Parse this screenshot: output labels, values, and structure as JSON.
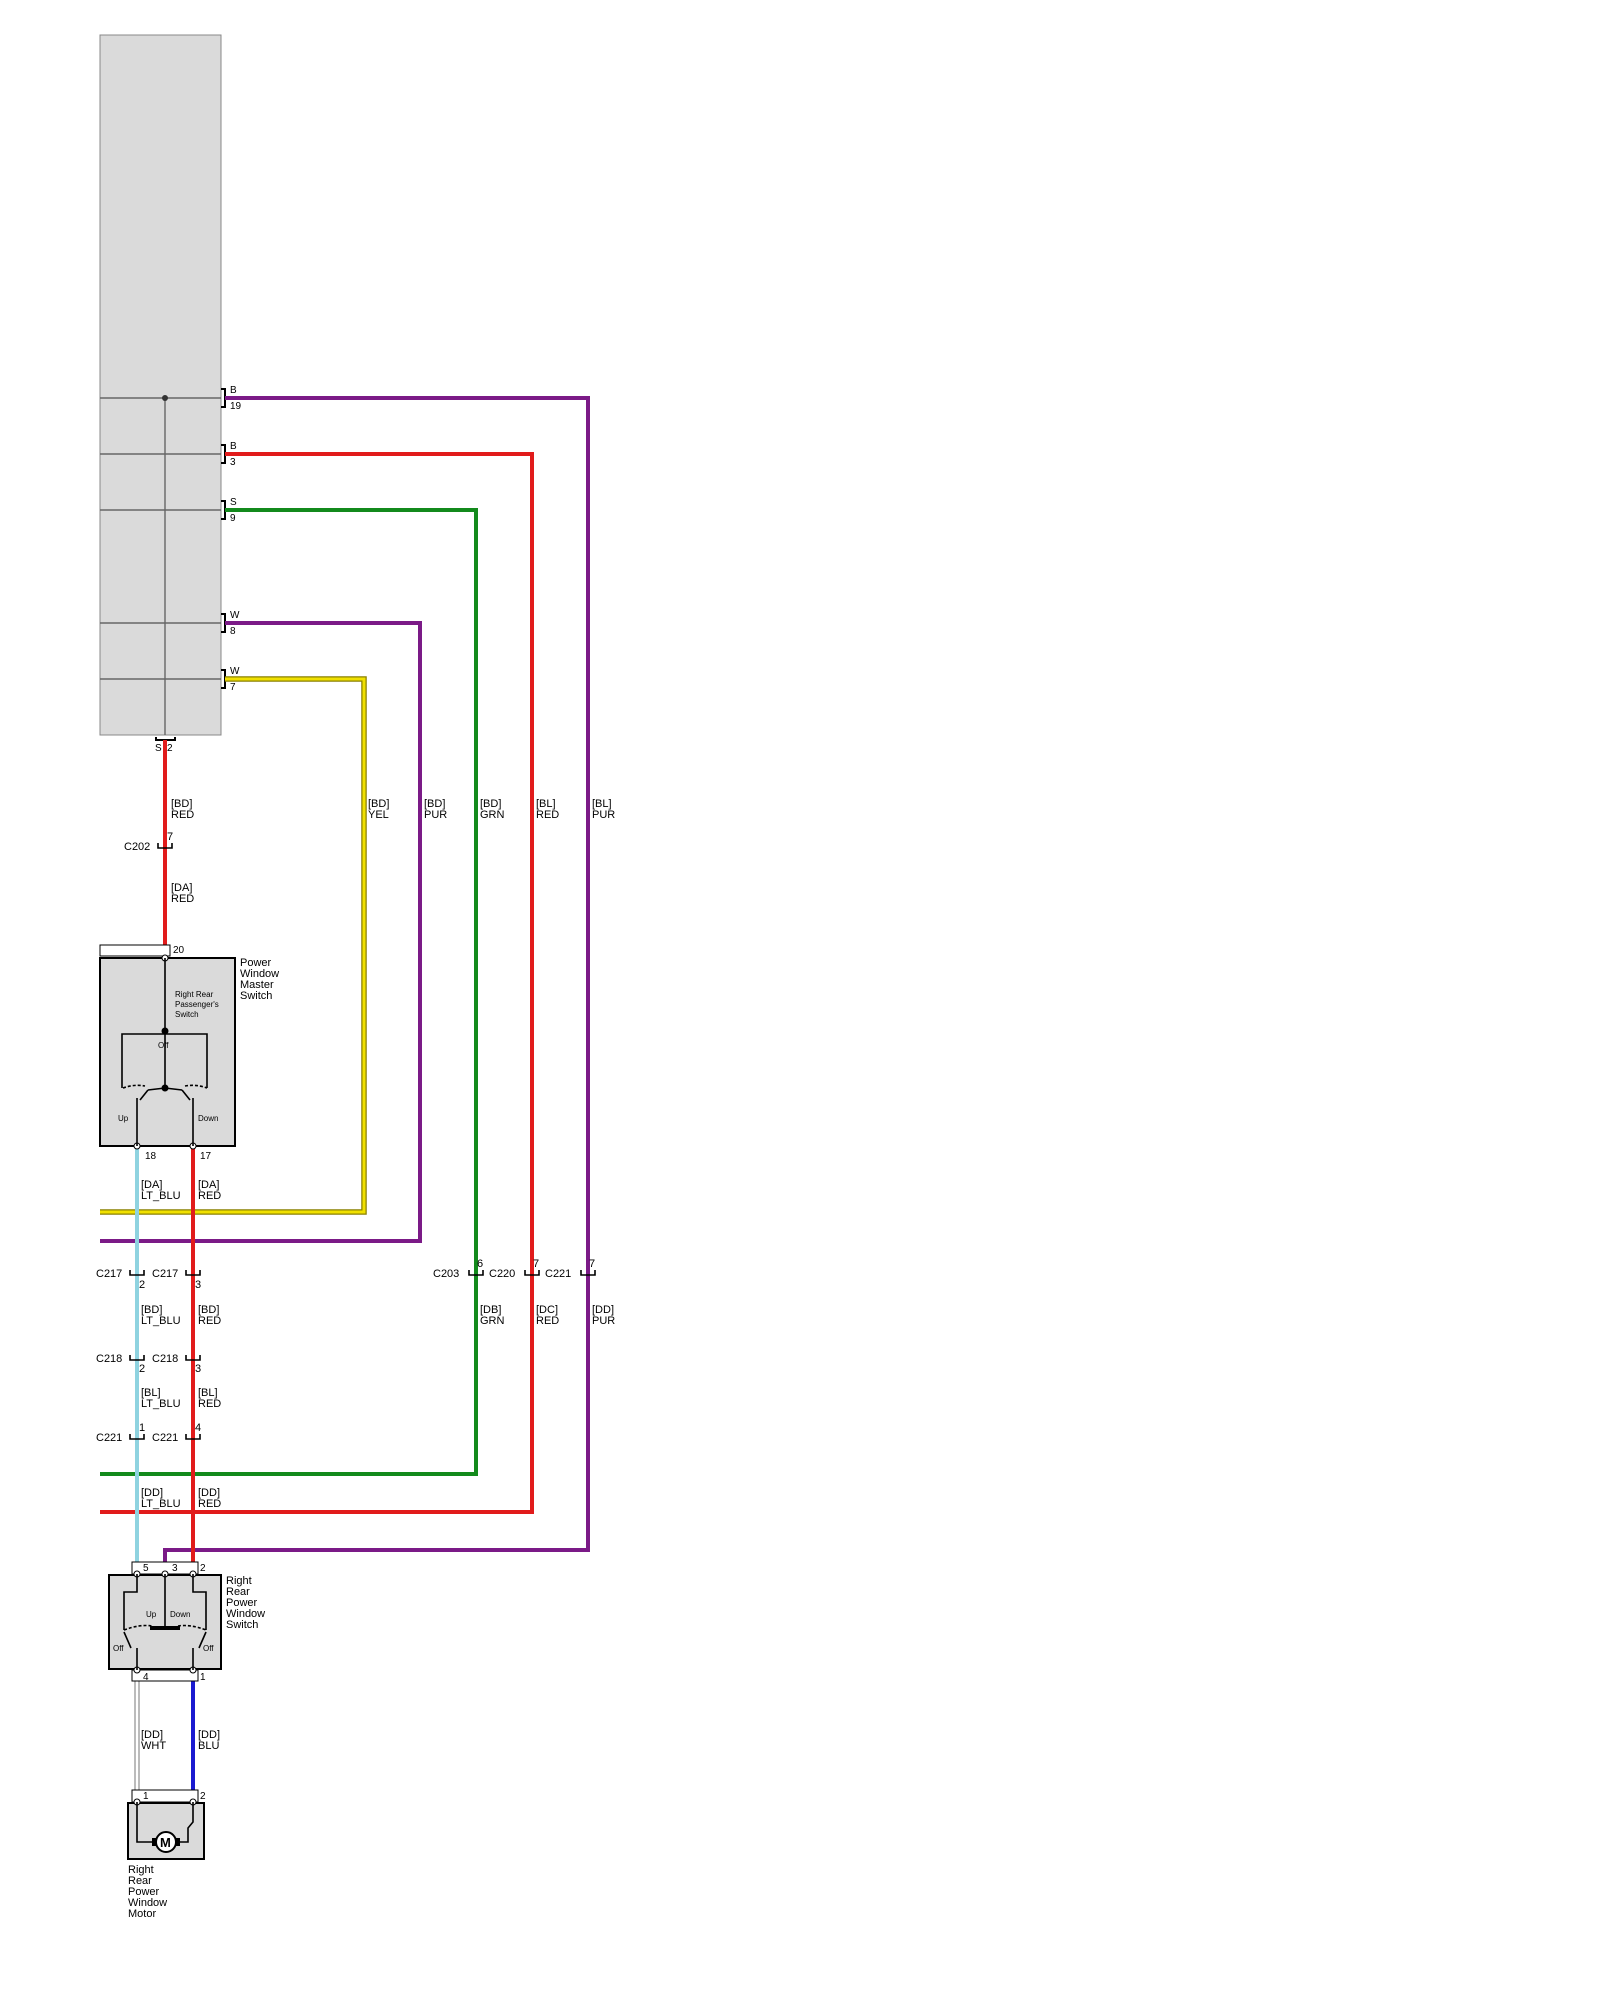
{
  "module": {
    "pins": [
      {
        "letter": "B",
        "num": "19"
      },
      {
        "letter": "B",
        "num": "3"
      },
      {
        "letter": "S",
        "num": "9"
      },
      {
        "letter": "W",
        "num": "8"
      },
      {
        "letter": "W",
        "num": "7"
      }
    ],
    "bottom_pin": {
      "letter": "S",
      "num": "2"
    }
  },
  "wire_labels": {
    "bd_red": [
      "[BD]",
      "RED"
    ],
    "da_red": [
      "[DA]",
      "RED"
    ],
    "bd_yel": [
      "[BD]",
      "YEL"
    ],
    "bd_pur": [
      "[BD]",
      "PUR"
    ],
    "bd_grn": [
      "[BD]",
      "GRN"
    ],
    "bl_red": [
      "[BL]",
      "RED"
    ],
    "bl_pur": [
      "[BL]",
      "PUR"
    ],
    "da_ltblu_18": [
      "[DA]",
      "LT_BLU"
    ],
    "da_red_17": [
      "[DA]",
      "RED"
    ],
    "bd_ltblu": [
      "[BD]",
      "LT_BLU"
    ],
    "bd_red2": [
      "[BD]",
      "RED"
    ],
    "bl_ltblu": [
      "[BL]",
      "LT_BLU"
    ],
    "bl_red2": [
      "[BL]",
      "RED"
    ],
    "dd_ltblu": [
      "[DD]",
      "LT_BLU"
    ],
    "dd_red": [
      "[DD]",
      "RED"
    ],
    "db_grn": [
      "[DB]",
      "GRN"
    ],
    "dc_red": [
      "[DC]",
      "RED"
    ],
    "dd_pur": [
      "[DD]",
      "PUR"
    ],
    "dd_wht": [
      "[DD]",
      "WHT"
    ],
    "dd_blu": [
      "[DD]",
      "BLU"
    ]
  },
  "connectors": {
    "c202": {
      "name": "C202",
      "pin": "7"
    },
    "c217_left": {
      "name": "C217",
      "pin": "2"
    },
    "c217_right": {
      "name": "C217",
      "pin": "3"
    },
    "c218_left": {
      "name": "C218",
      "pin": "2"
    },
    "c218_right": {
      "name": "C218",
      "pin": "3"
    },
    "c221_left": {
      "name": "C221",
      "pin": "1"
    },
    "c221_right": {
      "name": "C221",
      "pin": "4"
    },
    "c203": {
      "name": "C203",
      "pin": "6"
    },
    "c220": {
      "name": "C220",
      "pin": "7"
    },
    "c221_pur": {
      "name": "C221",
      "pin": "7"
    }
  },
  "master_switch": {
    "title": [
      "Power",
      "Window",
      "Master",
      "Switch"
    ],
    "inner_label": [
      "Right Rear",
      "Passenger's",
      "Switch"
    ],
    "off": "Off",
    "up": "Up",
    "down": "Down",
    "pin_top": "20",
    "pin_up": "18",
    "pin_down": "17"
  },
  "rr_switch": {
    "title": [
      "Right",
      "Rear",
      "Power",
      "Window",
      "Switch"
    ],
    "up": "Up",
    "down": "Down",
    "off_left": "Off",
    "off_right": "Off",
    "pins_top": [
      "5",
      "3",
      "2"
    ],
    "pin_bottom_left": "4",
    "pin_bottom_right": "1"
  },
  "motor": {
    "title": [
      "Right",
      "Rear",
      "Power",
      "Window",
      "Motor"
    ],
    "symbol": "M",
    "pin_left": "1",
    "pin_right": "2"
  },
  "colors": {
    "purple": "#7b1a87",
    "red": "#e11b1b",
    "green": "#138a1c",
    "yellow": "#f0e000",
    "ltblue": "#8fd3e0",
    "blue": "#1a1ad0",
    "white": "#ffffff",
    "box_fill": "#dadada"
  }
}
